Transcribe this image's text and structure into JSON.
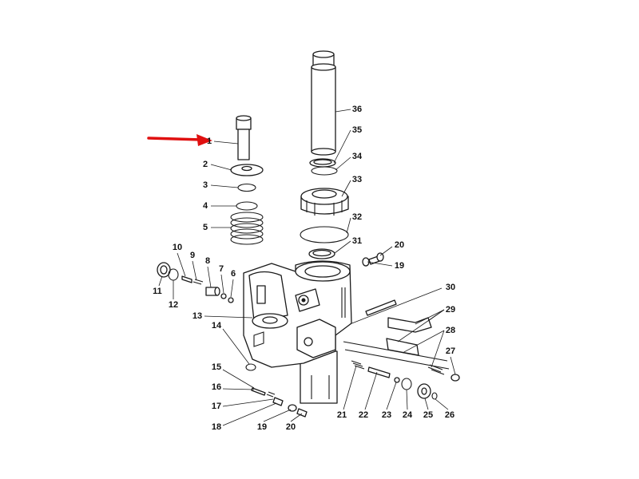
{
  "colors": {
    "arrow": "#e01010",
    "line": "#1a1a1a",
    "background": "#ffffff"
  },
  "callouts": [
    {
      "id": "1",
      "label": "1"
    },
    {
      "id": "2",
      "label": "2"
    },
    {
      "id": "3",
      "label": "3"
    },
    {
      "id": "4",
      "label": "4"
    },
    {
      "id": "5",
      "label": "5"
    },
    {
      "id": "6",
      "label": "6"
    },
    {
      "id": "7",
      "label": "7"
    },
    {
      "id": "8",
      "label": "8"
    },
    {
      "id": "9",
      "label": "9"
    },
    {
      "id": "10",
      "label": "10"
    },
    {
      "id": "11",
      "label": "11"
    },
    {
      "id": "12",
      "label": "12"
    },
    {
      "id": "13",
      "label": "13"
    },
    {
      "id": "14",
      "label": "14"
    },
    {
      "id": "15",
      "label": "15"
    },
    {
      "id": "16",
      "label": "16"
    },
    {
      "id": "17",
      "label": "17"
    },
    {
      "id": "18",
      "label": "18"
    },
    {
      "id": "19a",
      "label": "19"
    },
    {
      "id": "20a",
      "label": "20"
    },
    {
      "id": "19b",
      "label": "19"
    },
    {
      "id": "20b",
      "label": "20"
    },
    {
      "id": "21",
      "label": "21"
    },
    {
      "id": "22",
      "label": "22"
    },
    {
      "id": "23",
      "label": "23"
    },
    {
      "id": "24",
      "label": "24"
    },
    {
      "id": "25",
      "label": "25"
    },
    {
      "id": "26",
      "label": "26"
    },
    {
      "id": "27",
      "label": "27"
    },
    {
      "id": "28",
      "label": "28"
    },
    {
      "id": "29",
      "label": "29"
    },
    {
      "id": "30",
      "label": "30"
    },
    {
      "id": "31",
      "label": "31"
    },
    {
      "id": "32",
      "label": "32"
    },
    {
      "id": "33",
      "label": "33"
    },
    {
      "id": "34",
      "label": "34"
    },
    {
      "id": "35",
      "label": "35"
    },
    {
      "id": "36",
      "label": "36"
    }
  ]
}
